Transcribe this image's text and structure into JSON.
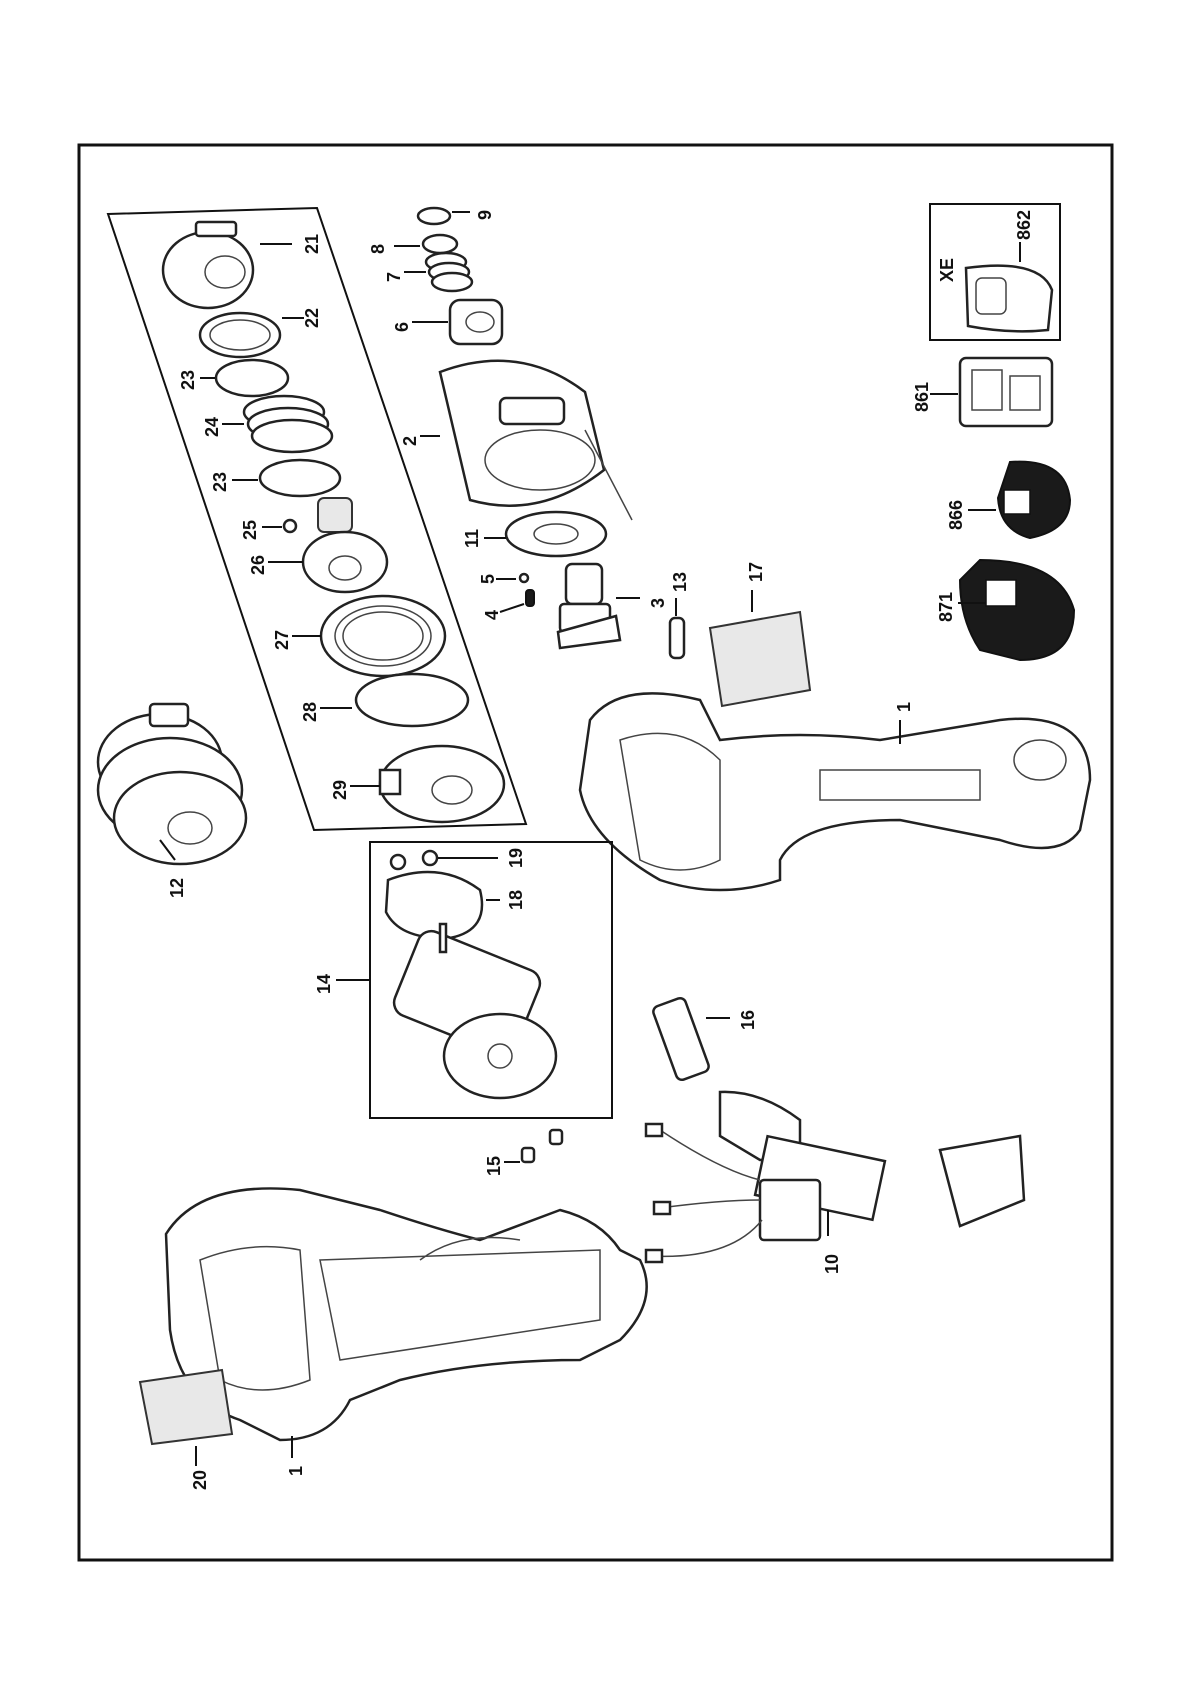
{
  "diagram": {
    "labels": {
      "p1a": "1",
      "p1b": "1",
      "p2": "2",
      "p3": "3",
      "p4": "4",
      "p5": "5",
      "p6": "6",
      "p7": "7",
      "p8": "8",
      "p9": "9",
      "p10": "10",
      "p11": "11",
      "p12": "12",
      "p13": "13",
      "p14": "14",
      "p15": "15",
      "p16": "16",
      "p17": "17",
      "p18": "18",
      "p19": "19",
      "p20": "20",
      "p21": "21",
      "p22": "22",
      "p23a": "23",
      "p23b": "23",
      "p24": "24",
      "p25": "25",
      "p26": "26",
      "p27": "27",
      "p28": "28",
      "p29": "29",
      "p861": "861",
      "p862": "862",
      "p866": "866",
      "p871": "871",
      "xe": "XE"
    }
  }
}
